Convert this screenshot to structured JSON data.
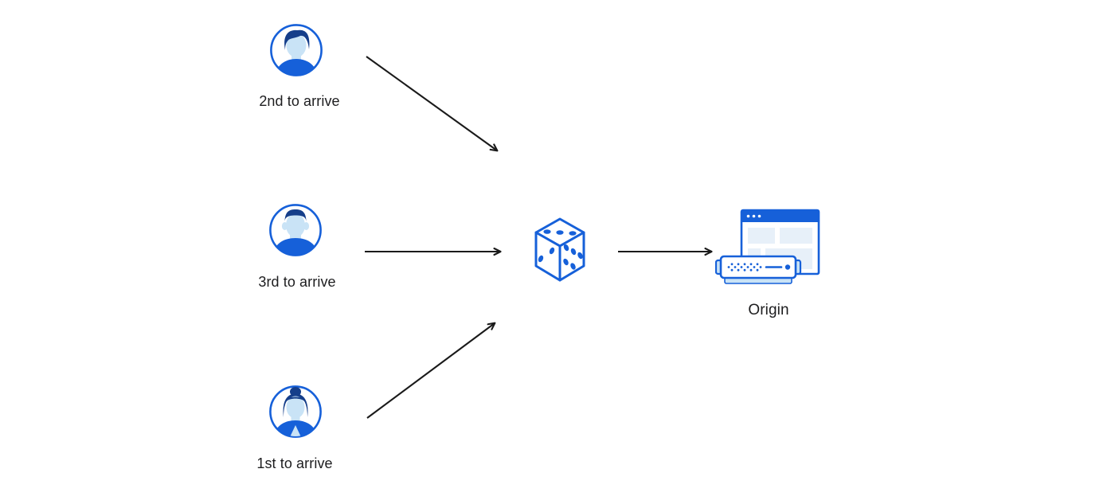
{
  "diagram": {
    "type": "flow-illustration",
    "nodes": {
      "user_top": {
        "label": "2nd to arrive",
        "icon": "user-avatar-male-swept-icon"
      },
      "user_middle": {
        "label": "3rd to arrive",
        "icon": "user-avatar-male-flat-icon"
      },
      "user_bottom": {
        "label": "1st to arrive",
        "icon": "user-avatar-female-bun-icon"
      },
      "dice": {
        "label": "",
        "icon": "dice-icon"
      },
      "origin": {
        "label": "Origin",
        "icon": "origin-server-icon"
      }
    },
    "edges": [
      {
        "from": "user_top",
        "to": "dice"
      },
      {
        "from": "user_middle",
        "to": "dice"
      },
      {
        "from": "user_bottom",
        "to": "dice"
      },
      {
        "from": "dice",
        "to": "origin"
      }
    ]
  },
  "colors": {
    "primary_blue": "#1660D9",
    "dark_navy": "#153E8A",
    "light_blue": "#C9E3F6",
    "pale_blue": "#E7F0F9",
    "arrow_black": "#1A1A1A",
    "text": "#1D1D1F",
    "background": "#FFFFFF"
  }
}
